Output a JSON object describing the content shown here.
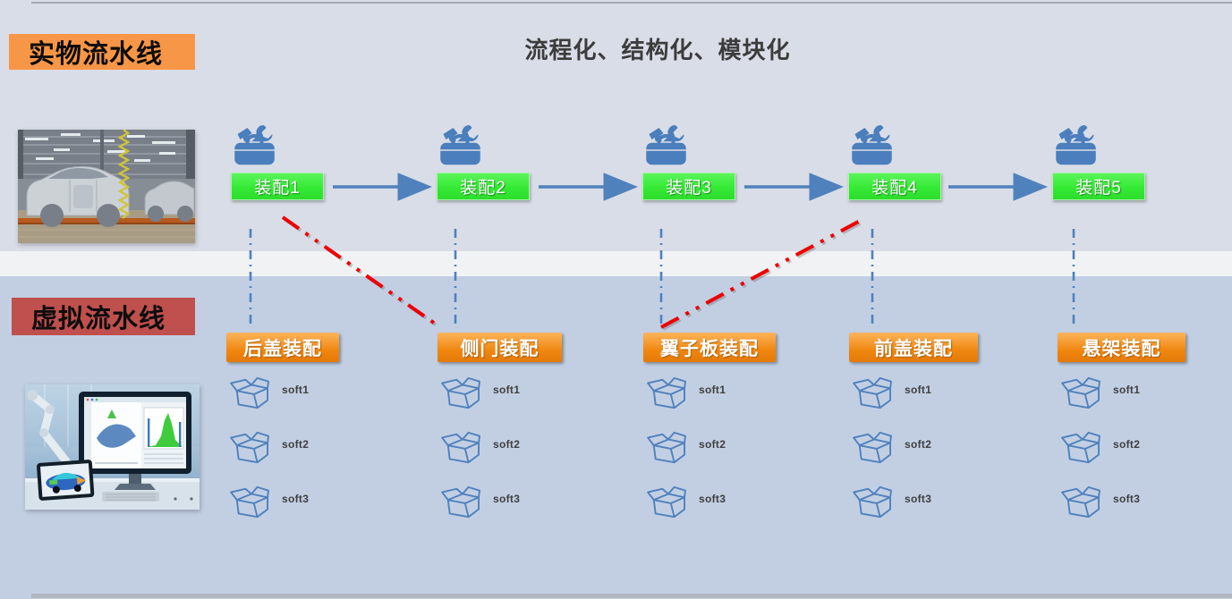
{
  "header": {
    "title": "流程化、结构化、模块化"
  },
  "physical_line": {
    "label": "实物流水线",
    "stations": [
      {
        "label": "装配1"
      },
      {
        "label": "装配2"
      },
      {
        "label": "装配3"
      },
      {
        "label": "装配4"
      },
      {
        "label": "装配5"
      }
    ]
  },
  "virtual_line": {
    "label": "虚拟流水线",
    "modules": [
      {
        "label": "后盖装配",
        "items": [
          "soft1",
          "soft2",
          "soft3"
        ]
      },
      {
        "label": "侧门装配",
        "items": [
          "soft1",
          "soft2",
          "soft3"
        ]
      },
      {
        "label": "翼子板装配",
        "items": [
          "soft1",
          "soft2",
          "soft3"
        ]
      },
      {
        "label": "前盖装配",
        "items": [
          "soft1",
          "soft2",
          "soft3"
        ]
      },
      {
        "label": "悬架装配",
        "items": [
          "soft1",
          "soft2",
          "soft3"
        ]
      }
    ]
  },
  "icons": {
    "station": "toolbox-icon",
    "software": "open-box-icon"
  },
  "colors": {
    "physical_tag_bg": "#f79646",
    "virtual_tag_bg": "#c0504d",
    "station_green": "#35ea35",
    "module_orange": "#f0870f",
    "diagram_blue": "#4f81bd",
    "cross_link_red": "#ee0000",
    "upper_bg": "#d9dde7",
    "lower_bg": "#c2cfe3",
    "band_white": "#f1f2f4"
  }
}
